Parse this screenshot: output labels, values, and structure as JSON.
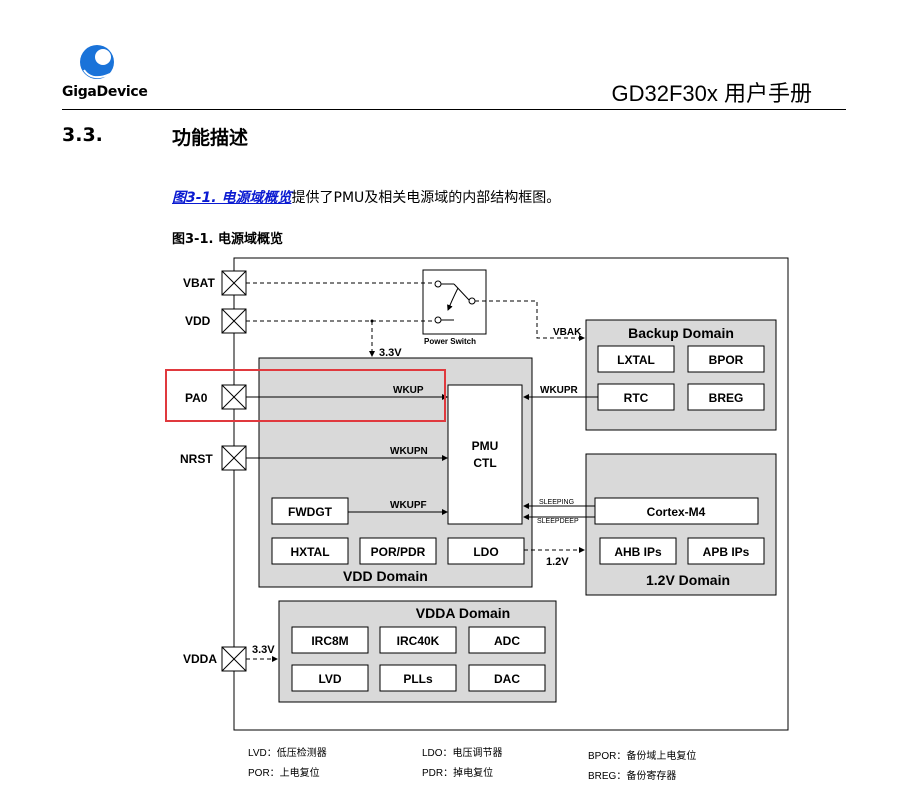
{
  "header": {
    "brand": "GigaDevice",
    "manual_title": "GD32F30x 用户手册"
  },
  "section": {
    "number": "3.3.",
    "title": "功能描述"
  },
  "paragraph": {
    "link_text": "图3-1. 电源域概览",
    "rest_text": "提供了PMU及相关电源域的内部结构框图。"
  },
  "figure": {
    "caption": "图3-1. 电源域概览",
    "pins": {
      "vbat": "VBAT",
      "vdd": "VDD",
      "pa0": "PA0",
      "nrst": "NRST",
      "vdda": "VDDA"
    },
    "power_switch": "Power Switch",
    "vbak": "VBAK",
    "v33_top": "3.3V",
    "v33_bottom": "3.3V",
    "v12": "1.2V",
    "signals": {
      "wkup": "WKUP",
      "wkupn": "WKUPN",
      "wkupf": "WKUPF",
      "wkupr": "WKUPR",
      "sleeping": "SLEEPING",
      "sleepdeep": "SLEEPDEEP"
    },
    "pmu_ctl": [
      "PMU",
      "CTL"
    ],
    "vdd_domain": {
      "title": "VDD Domain",
      "blocks": [
        "FWDGT",
        "HXTAL",
        "POR/PDR",
        "LDO"
      ]
    },
    "backup_domain": {
      "title": "Backup Domain",
      "blocks": [
        "LXTAL",
        "BPOR",
        "RTC",
        "BREG"
      ]
    },
    "v12_domain": {
      "title": "1.2V Domain",
      "blocks": [
        "Cortex-M4",
        "AHB IPs",
        "APB IPs"
      ]
    },
    "vdda_domain": {
      "title": "VDDA Domain",
      "blocks": [
        "IRC8M",
        "IRC40K",
        "ADC",
        "LVD",
        "PLLs",
        "DAC"
      ]
    }
  },
  "legend": [
    "LVD：低压检测器",
    "LDO：电压调节器",
    "BPOR：备份域上电复位",
    "POR：上电复位",
    "PDR：掉电复位",
    "BREG：备份寄存器"
  ],
  "colors": {
    "brand_blue": "#1a73d9",
    "link_blue": "#0b1bd1",
    "highlight_red": "#e0393e",
    "domain_gray": "#d9d9d9"
  }
}
